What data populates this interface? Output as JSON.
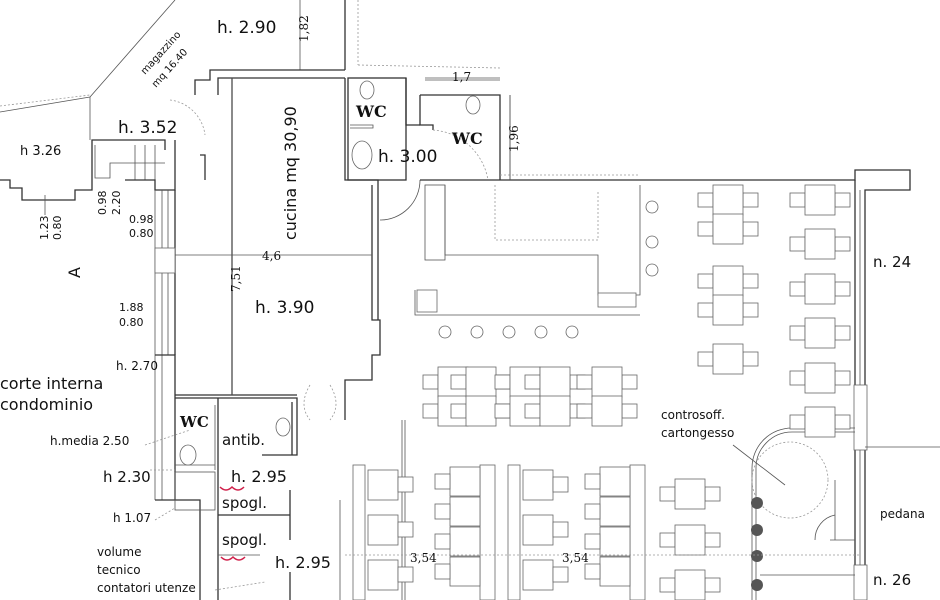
{
  "rooms": {
    "storage_height": "h. 2.90",
    "storage_name": "magazzino",
    "storage_area": "mq 16.40",
    "entry_height": "h. 3.52",
    "left_height": "h 3.26",
    "kitchen_name": "cucina mq 30,90",
    "kitchen_height": "h. 3.90",
    "wc1": "WC",
    "wc2": "WC",
    "wc_height": "h. 3.00",
    "courtyard_line1": "corte interna",
    "courtyard_line2": "condominio",
    "wc3": "WC",
    "antib": "antib.",
    "spogl1": "spogl.",
    "spogl2": "spogl.",
    "h295a": "h. 2.95",
    "h295b": "h. 2.95",
    "h270": "h. 2.70",
    "hmedia": "h.media 2.50",
    "h230": "h 2.30",
    "h107": "h 1.07",
    "volume_line1": "volume",
    "volume_line2": "tecnico",
    "volume_line3": "contatori utenze",
    "ceiling_line1": "controsoff.",
    "ceiling_line2": "cartongesso",
    "pedana": "pedana",
    "civic24": "n. 24",
    "civic26": "n. 26",
    "section_mark": "A"
  },
  "dimensions": {
    "d182": "1,82",
    "d17": "1,7",
    "d196": "1,96",
    "d46": "4,6",
    "d751": "7,51",
    "w1_top": "0.98",
    "w1_bot": "2.20",
    "w2_top": "1.23",
    "w2_bot": "0.80",
    "w3_top": "0.98",
    "w3_bot": "0.80",
    "w4_top": "1.88",
    "w4_bot": "0.80",
    "d354a": "3,54",
    "d354b": "3,54"
  },
  "colors": {
    "walls": "#333333",
    "accent_heater": "#d0204a"
  }
}
